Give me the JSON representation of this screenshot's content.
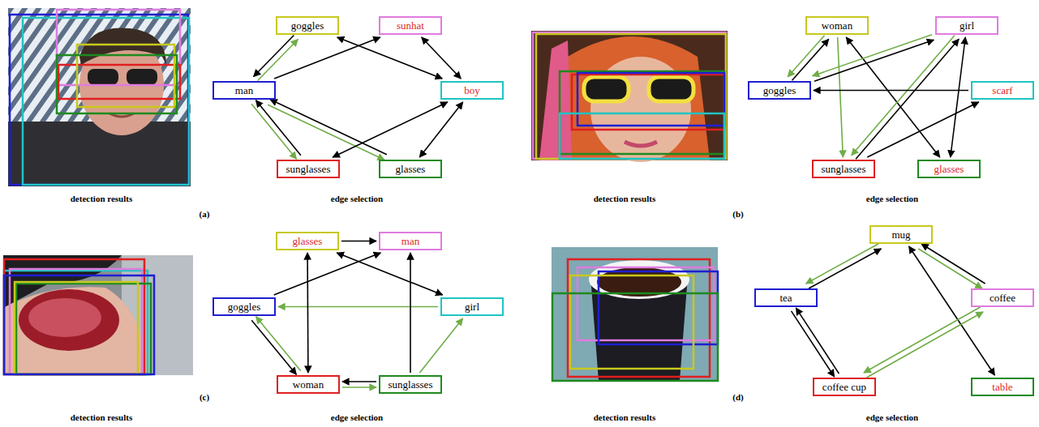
{
  "diagram": {
    "nodes": [
      {
        "text": [
          "goggles"
        ]
      },
      {
        "text": [
          "sunhat"
        ]
      },
      {
        "text": [
          "man"
        ]
      },
      {
        "text": [
          "boy"
        ]
      },
      {
        "text": [
          "sunglasses"
        ]
      },
      {
        "text": [
          "glasses"
        ]
      },
      {
        "text": [
          "woman"
        ]
      },
      {
        "text": [
          "girl"
        ]
      },
      {
        "text": [
          "goggles"
        ]
      },
      {
        "text": [
          "scarf"
        ]
      },
      {
        "text": [
          "sunglasses"
        ]
      },
      {
        "text": [
          "glasses"
        ]
      },
      {
        "text": [
          "glasses"
        ]
      },
      {
        "text": [
          "man"
        ]
      },
      {
        "text": [
          "goggles"
        ]
      },
      {
        "text": [
          "girl"
        ]
      },
      {
        "text": [
          "woman"
        ]
      },
      {
        "text": [
          "sunglasses"
        ]
      },
      {
        "text": [
          "mug"
        ]
      },
      {
        "text": [
          "tea"
        ]
      },
      {
        "text": [
          "coffee"
        ]
      },
      {
        "text": [
          "coffee cup"
        ]
      },
      {
        "text": [
          "table"
        ]
      }
    ],
    "edges": [
      {
        "from": 0,
        "to": 2,
        "arrow": "to"
      },
      {
        "from": 2,
        "to": 0,
        "arrow": "to"
      },
      {
        "from": 0,
        "to": 3,
        "arrow": "both"
      },
      {
        "from": 2,
        "to": 1,
        "arrow": "to"
      },
      {
        "from": 1,
        "to": 3,
        "arrow": "both"
      },
      {
        "from": 4,
        "to": 2,
        "arrow": "to"
      },
      {
        "from": 2,
        "to": 4,
        "arrow": "to"
      },
      {
        "from": 5,
        "to": 2,
        "arrow": "to"
      },
      {
        "from": 2,
        "to": 5,
        "arrow": "to"
      },
      {
        "from": 4,
        "to": 3,
        "arrow": "both"
      },
      {
        "from": 5,
        "to": 3,
        "arrow": "both"
      },
      {
        "from": 8,
        "to": 6,
        "arrow": "to"
      },
      {
        "from": 6,
        "to": 8,
        "arrow": "to"
      },
      {
        "from": 6,
        "to": 10,
        "arrow": "to"
      },
      {
        "from": 6,
        "to": 11,
        "arrow": "both"
      },
      {
        "from": 8,
        "to": 7,
        "arrow": "to"
      },
      {
        "from": 7,
        "to": 8,
        "arrow": "to"
      },
      {
        "from": 7,
        "to": 10,
        "arrow": "to"
      },
      {
        "from": 10,
        "to": 7,
        "arrow": "to"
      },
      {
        "from": 7,
        "to": 11,
        "arrow": "both"
      },
      {
        "from": 9,
        "to": 8,
        "arrow": "to"
      },
      {
        "from": 10,
        "to": 9,
        "arrow": "to"
      },
      {
        "from": 12,
        "to": 13,
        "arrow": "to"
      },
      {
        "from": 14,
        "to": 13,
        "arrow": "to"
      },
      {
        "from": 15,
        "to": 14,
        "arrow": "to"
      },
      {
        "from": 12,
        "to": 15,
        "arrow": "both"
      },
      {
        "from": 12,
        "to": 16,
        "arrow": "both"
      },
      {
        "from": 14,
        "to": 16,
        "arrow": "to"
      },
      {
        "from": 16,
        "to": 14,
        "arrow": "to"
      },
      {
        "from": 16,
        "to": 17,
        "arrow": "to"
      },
      {
        "from": 17,
        "to": 16,
        "arrow": "to"
      },
      {
        "from": 17,
        "to": 13,
        "arrow": "to"
      },
      {
        "from": 17,
        "to": 15,
        "arrow": "to"
      },
      {
        "from": 19,
        "to": 18,
        "arrow": "to"
      },
      {
        "from": 18,
        "to": 19,
        "arrow": "to"
      },
      {
        "from": 20,
        "to": 18,
        "arrow": "to"
      },
      {
        "from": 18,
        "to": 20,
        "arrow": "to"
      },
      {
        "from": 18,
        "to": 22,
        "arrow": "both"
      },
      {
        "from": 19,
        "to": 21,
        "arrow": "to"
      },
      {
        "from": 21,
        "to": 19,
        "arrow": "to"
      },
      {
        "from": 21,
        "to": 20,
        "arrow": "to"
      },
      {
        "from": 20,
        "to": 21,
        "arrow": "to"
      }
    ],
    "labels": [
      "detection results",
      "(a)",
      "edge selection",
      "detection results",
      "(b)",
      "edge selection",
      "detection results",
      "(c)",
      "edge selection",
      "detection results",
      "(d)",
      "edge selection"
    ]
  }
}
